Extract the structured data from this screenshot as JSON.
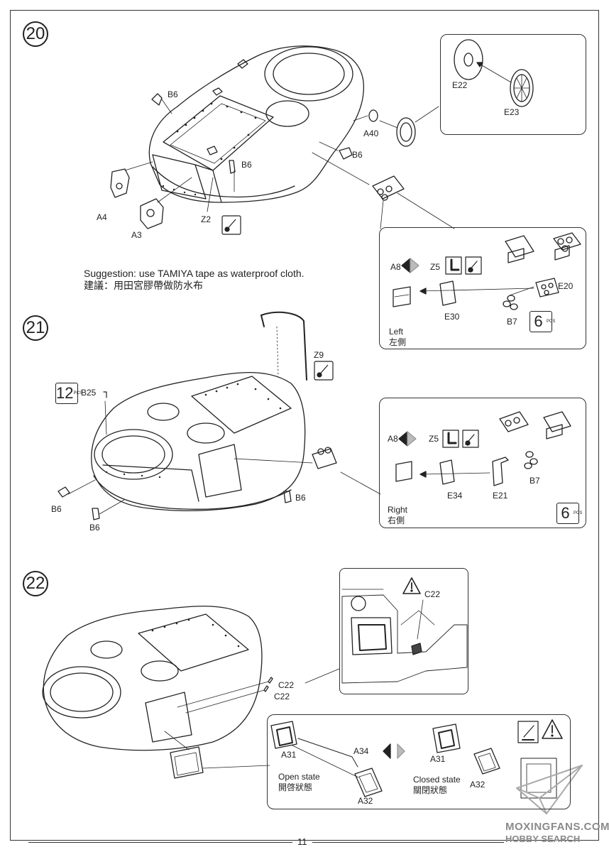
{
  "page_number": "11",
  "steps": [
    {
      "number": "20"
    },
    {
      "number": "21"
    },
    {
      "number": "22"
    }
  ],
  "step20": {
    "parts": {
      "b6_top": "B6",
      "b6_right": "B6",
      "b6_mid": "B6",
      "a4": "A4",
      "a3": "A3",
      "z2": "Z2",
      "a40": "A40",
      "e22": "E22",
      "e23": "E23"
    },
    "suggestion_en": "Suggestion: use TAMIYA  tape as waterproof cloth.",
    "suggestion_zh": "建議：用田宮膠帶做防水布",
    "detail": {
      "a8": "A8",
      "z5": "Z5",
      "e20": "E20",
      "e30": "E30",
      "b7": "B7",
      "side_en": "Left",
      "side_zh": "左側",
      "pcs": "6"
    }
  },
  "step21": {
    "parts": {
      "z9": "Z9",
      "b25": "B25",
      "pcs": "12",
      "b6_left": "B6",
      "b6_bottom": "B6",
      "b6_right": "B6"
    },
    "detail": {
      "a8": "A8",
      "z5": "Z5",
      "e34": "E34",
      "e21": "E21",
      "b7": "B7",
      "side_en": "Right",
      "side_zh": "右側",
      "pcs": "6"
    }
  },
  "step22": {
    "parts": {
      "c22_inset": "C22",
      "c22_a": "C22",
      "c22_b": "C22"
    },
    "detail": {
      "a31_open": "A31",
      "a34": "A34",
      "a32_open": "A32",
      "open_en": "Open  state",
      "open_zh": "開啓狀態",
      "a31_closed": "A31",
      "a32_closed": "A32",
      "closed_en": "Closed state",
      "closed_zh": "關閉狀態"
    }
  },
  "watermark": {
    "line1": "MOXINGFANS.COM",
    "line2": "HOBBY SEARCH"
  },
  "pcs_unit": "PCS"
}
